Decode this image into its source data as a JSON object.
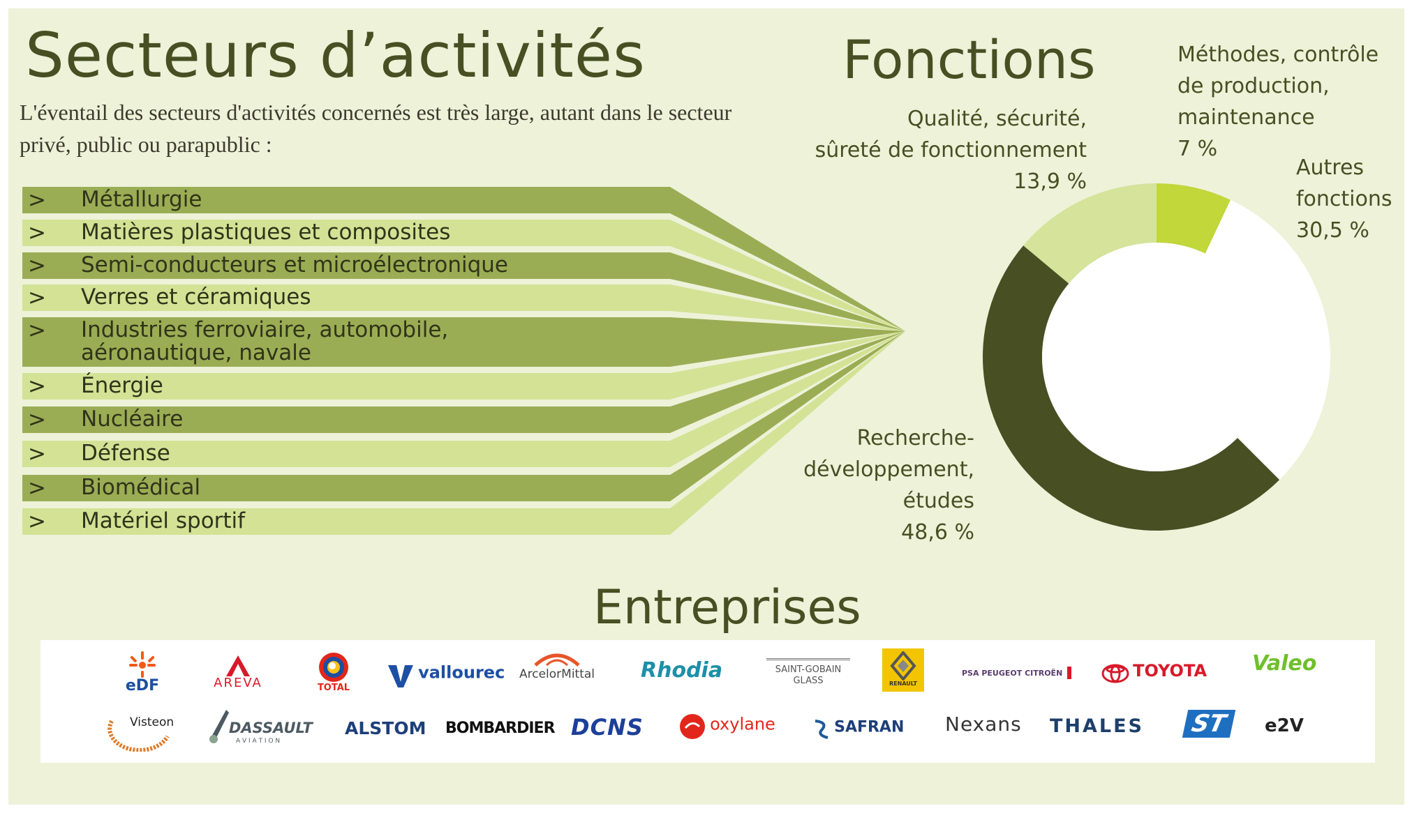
{
  "headings": {
    "sectors": "Secteurs d’activités",
    "functions": "Fonctions",
    "companies": "Entreprises"
  },
  "intro": "L'éventail des secteurs d'activités concernés est très large, autant dans le secteur privé, public ou parapublic :",
  "bullet": ">",
  "sectors": [
    "Métallurgie",
    "Matières plastiques et composites",
    "Semi-conducteurs et microélectronique",
    "Verres et céramiques",
    "Industries ferroviaire, automobile,\naéronautique, navale",
    "Énergie",
    "Nucléaire",
    "Défense",
    "Biomédical",
    "Matériel sportif"
  ],
  "functions": [
    {
      "label": "Méthodes, contrôle\nde production,\nmaintenance",
      "value_text": "7 %"
    },
    {
      "label": "Autres\nfonctions",
      "value_text": "30,5 %"
    },
    {
      "label": "Recherche-\ndéveloppement,\nétudes",
      "value_text": "48,6 %"
    },
    {
      "label": "Qualité, sécurité,\nsûreté de fonctionnement",
      "value_text": "13,9 %"
    }
  ],
  "chart_data": {
    "type": "pie",
    "donut": true,
    "categories": [
      "Méthodes, contrôle de production, maintenance",
      "Autres fonctions",
      "Recherche-développement, études",
      "Qualité, sécurité, sûreté de fonctionnement"
    ],
    "values": [
      7,
      30.5,
      48.6,
      13.9
    ],
    "colors": [
      "#c1d73a",
      "#ffffff",
      "#474f23",
      "#d5e39b"
    ],
    "title": "Fonctions"
  },
  "colors": {
    "background": "#eef2d9",
    "heading": "#474f23",
    "band_dark": "#9aad54",
    "band_light": "#d3e295"
  },
  "logos": {
    "edf": "eDF",
    "areva": "AREVA",
    "total": "TOTAL",
    "vallourec": "vallourec",
    "arcelor": "ArcelorMittal",
    "rhodia": "Rhodia",
    "saint_gobain_1": "SAINT-GOBAIN",
    "saint_gobain_2": "GLASS",
    "renault": "RENAULT",
    "psa": "PSA PEUGEOT CITROËN",
    "toyota": "TOYOTA",
    "valeo": "Valeo",
    "visteon": "Visteon",
    "dassault_1": "DASSAULT",
    "dassault_2": "A V I A T I O N",
    "alstom": "ALSTOM",
    "bombardier": "BOMBARDIER",
    "dcns": "DCNS",
    "oxylane": "oxylane",
    "safran": "SAFRAN",
    "nexans": "Nexans",
    "thales": "THALES",
    "st": "ST",
    "e2v": "e2V"
  }
}
